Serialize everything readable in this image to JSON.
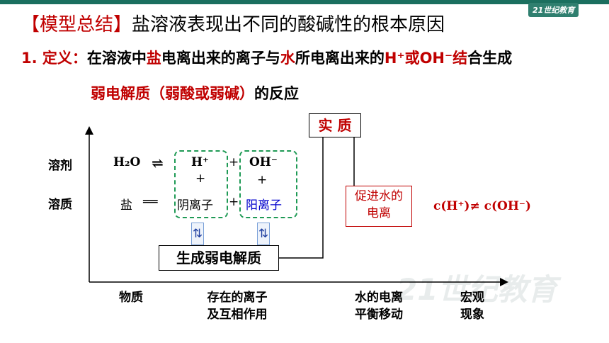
{
  "header": {
    "bracket_open": "【",
    "title_label": "模型总结",
    "bracket_close": "】",
    "title_text": "盐溶液表现出不同的酸碱性的根本原因",
    "logo_text": "21世纪教育"
  },
  "definition": {
    "prefix": "1. 定义：",
    "p1": "在溶液中",
    "salt": "盐",
    "p2": "电离出来的离子与",
    "water": "水",
    "p3": "所电离出来的",
    "ions": "H⁺或OH⁻结",
    "p4": "合生成",
    "line2_red": "弱电解质（弱酸或弱碱）",
    "line2_black": "的反应"
  },
  "diagram": {
    "row_solvent": "溶剂",
    "row_solute": "溶质",
    "h2o": "H₂O",
    "h2o_arrow": "⇌",
    "h_plus": "H⁺",
    "oh_minus": "OH⁻",
    "plus": "+",
    "salt": "盐",
    "salt_arrow": "══",
    "anion": "阴离子",
    "cation": "阳离子",
    "eq_symbol": "⇅",
    "product_box": "生成弱电解质",
    "essence_box": "实 质",
    "promote_box_l1": "促进水的",
    "promote_box_l2": "电离",
    "result": "c(H⁺)≠ c(OH⁻)",
    "x_labels": [
      {
        "l1": "物质",
        "l2": ""
      },
      {
        "l1": "存在的离子",
        "l2": "及互相作用"
      },
      {
        "l1": "水的电离",
        "l2": "平衡移动"
      },
      {
        "l1": "宏观",
        "l2": "现象"
      }
    ]
  },
  "colors": {
    "accent_red": "#c00000",
    "dash_green": "#1f9a55",
    "ion_blue": "#0000cc",
    "top_bar": "#1b6f5f"
  }
}
